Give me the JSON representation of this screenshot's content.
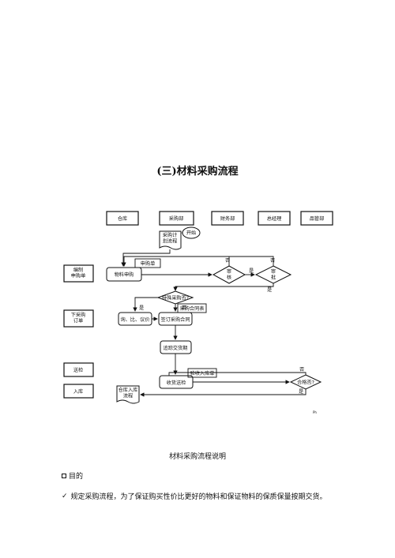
{
  "page_title": "(三)材料采购流程",
  "flowchart": {
    "departments": [
      "仓库",
      "采购部",
      "财务部",
      "总经理",
      "品管部"
    ],
    "row_labels": [
      "编制\n申购单",
      "下采购\n订单",
      "送检",
      "入库"
    ],
    "start": "开始",
    "nodes": {
      "plan": "采购计\n划流程",
      "requisition_tag": "申购单",
      "material_request": "物料申购",
      "review": "审\n核",
      "approve": "审\n批",
      "special": "特殊采购否?",
      "quote": "询、比、议价",
      "contract_tag": "采购合同表",
      "sign_contract": "签订采购合同",
      "follow_delivery": "追踪交货期",
      "receiving_tag": "验收入库单",
      "receive_inspect": "收货送检",
      "qualified": "合格否?",
      "warehouse_flow": "仓库入库\n流程"
    },
    "edge_labels": {
      "no": "否",
      "yes": "是"
    },
    "corner_note": "Ph"
  },
  "caption": "材料采购流程说明",
  "section_heading": "目的",
  "bullet_text": "规定采购流程，为了保证购买性价比更好的物料和保证物料的保质保量按期交货。"
}
